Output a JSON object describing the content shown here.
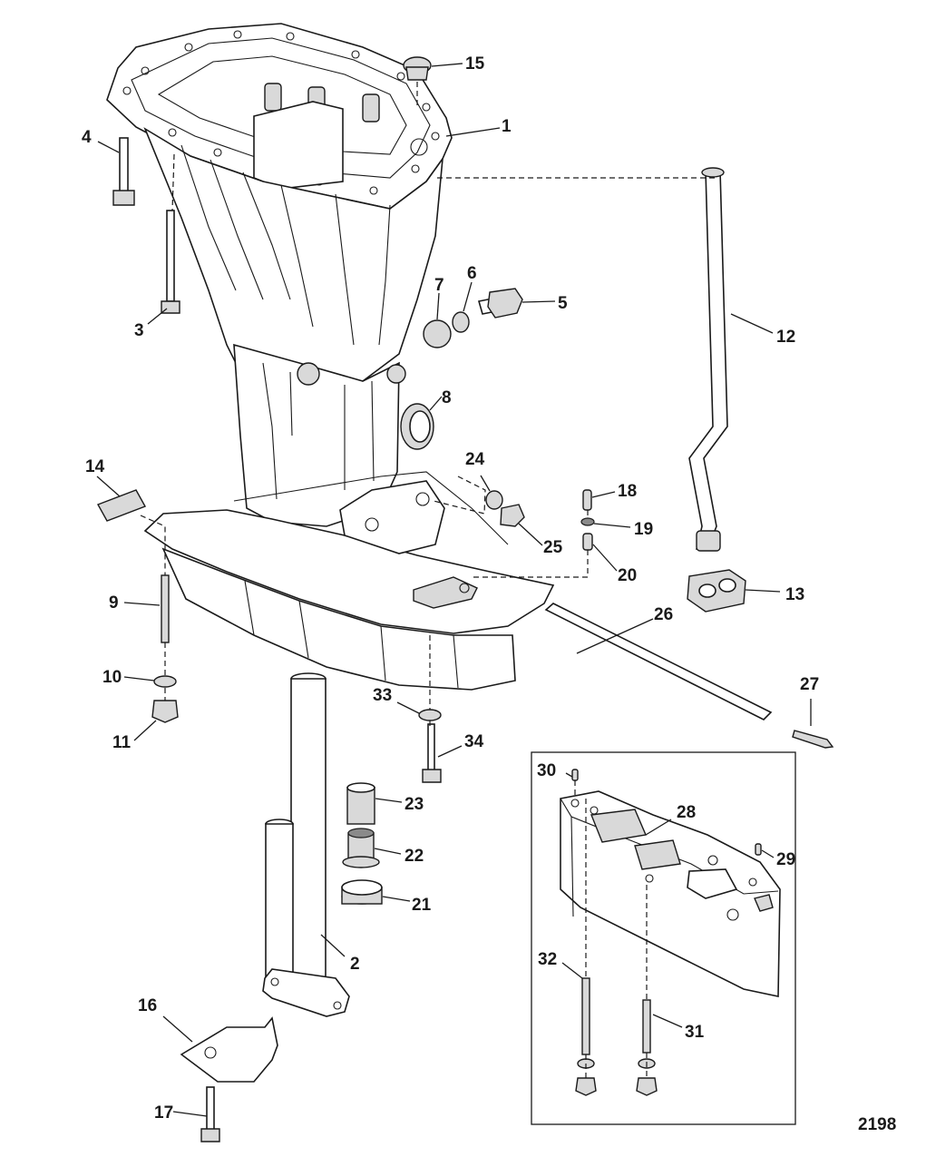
{
  "figure_number": "2198",
  "callouts": [
    "1",
    "2",
    "3",
    "4",
    "5",
    "6",
    "7",
    "8",
    "9",
    "10",
    "11",
    "12",
    "13",
    "14",
    "15",
    "16",
    "17",
    "18",
    "19",
    "20",
    "21",
    "22",
    "23",
    "24",
    "25",
    "26",
    "27",
    "28",
    "29",
    "30",
    "31",
    "32",
    "33",
    "34"
  ]
}
